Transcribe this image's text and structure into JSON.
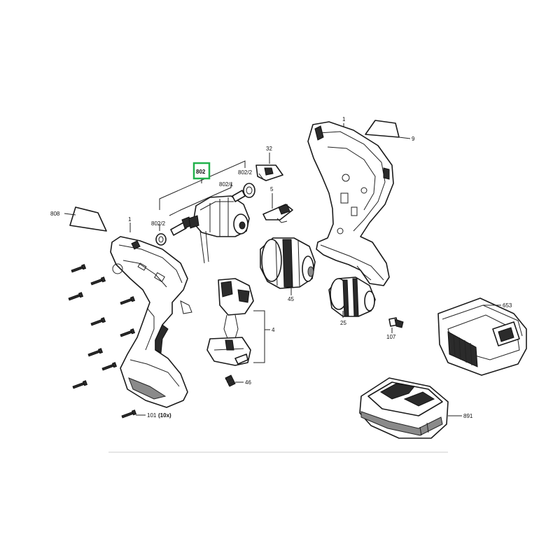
{
  "labels": {
    "housing_left": "1",
    "housing_right": "1",
    "label_9": "9",
    "label_808": "808",
    "label_802": "802",
    "label_802_2_top": "802/2",
    "label_802_1": "802/1",
    "label_802_2_bottom": "802/2",
    "label_32": "32",
    "label_5": "5",
    "label_45": "45",
    "label_25": "25",
    "label_4": "4",
    "label_46": "46",
    "label_107": "107",
    "label_653": "653",
    "label_891": "891",
    "label_101": "101",
    "label_101_qty": "(10x)"
  },
  "highlight": {
    "part": "802",
    "color": "#22b14c"
  }
}
